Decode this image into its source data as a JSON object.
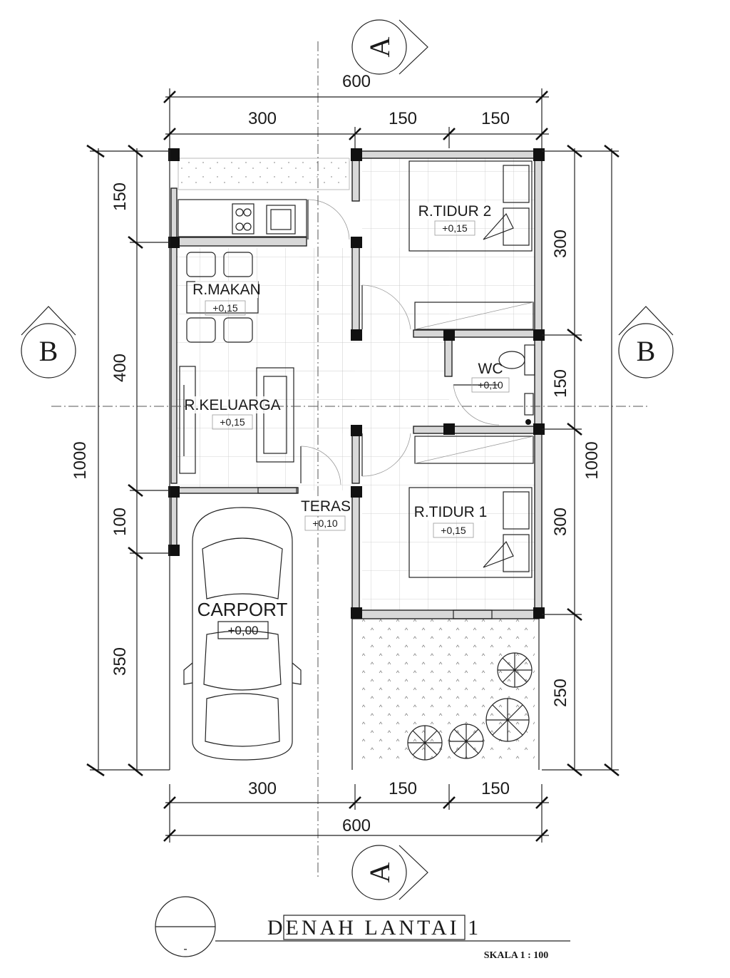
{
  "drawing": {
    "title": "DENAH LANTAI 1",
    "scale": "SKALA 1 : 100",
    "title_circle_note": "-"
  },
  "sections": {
    "a_top": "A",
    "a_bottom": "A",
    "b_left": "B",
    "b_right": "B"
  },
  "dimensions": {
    "top_total": "600",
    "top_left": "300",
    "top_mid": "150",
    "top_right": "150",
    "bottom_left": "300",
    "bottom_mid": "150",
    "bottom_right": "150",
    "bottom_total": "600",
    "left_total": "1000",
    "left_1": "150",
    "left_2": "400",
    "left_3": "100",
    "left_4": "350",
    "right_total": "1000",
    "right_1": "300",
    "right_2": "150",
    "right_3": "300",
    "right_4": "250"
  },
  "rooms": [
    {
      "name": "R.TIDUR 2",
      "level": "+0,15"
    },
    {
      "name": "R.MAKAN",
      "level": "+0,15"
    },
    {
      "name": "WC",
      "level": "+0,10"
    },
    {
      "name": "R.KELUARGA",
      "level": "+0,15"
    },
    {
      "name": "TERAS",
      "level": "+0,10"
    },
    {
      "name": "R.TIDUR 1",
      "level": "+0,15"
    },
    {
      "name": "CARPORT",
      "level": "+0,00"
    }
  ]
}
